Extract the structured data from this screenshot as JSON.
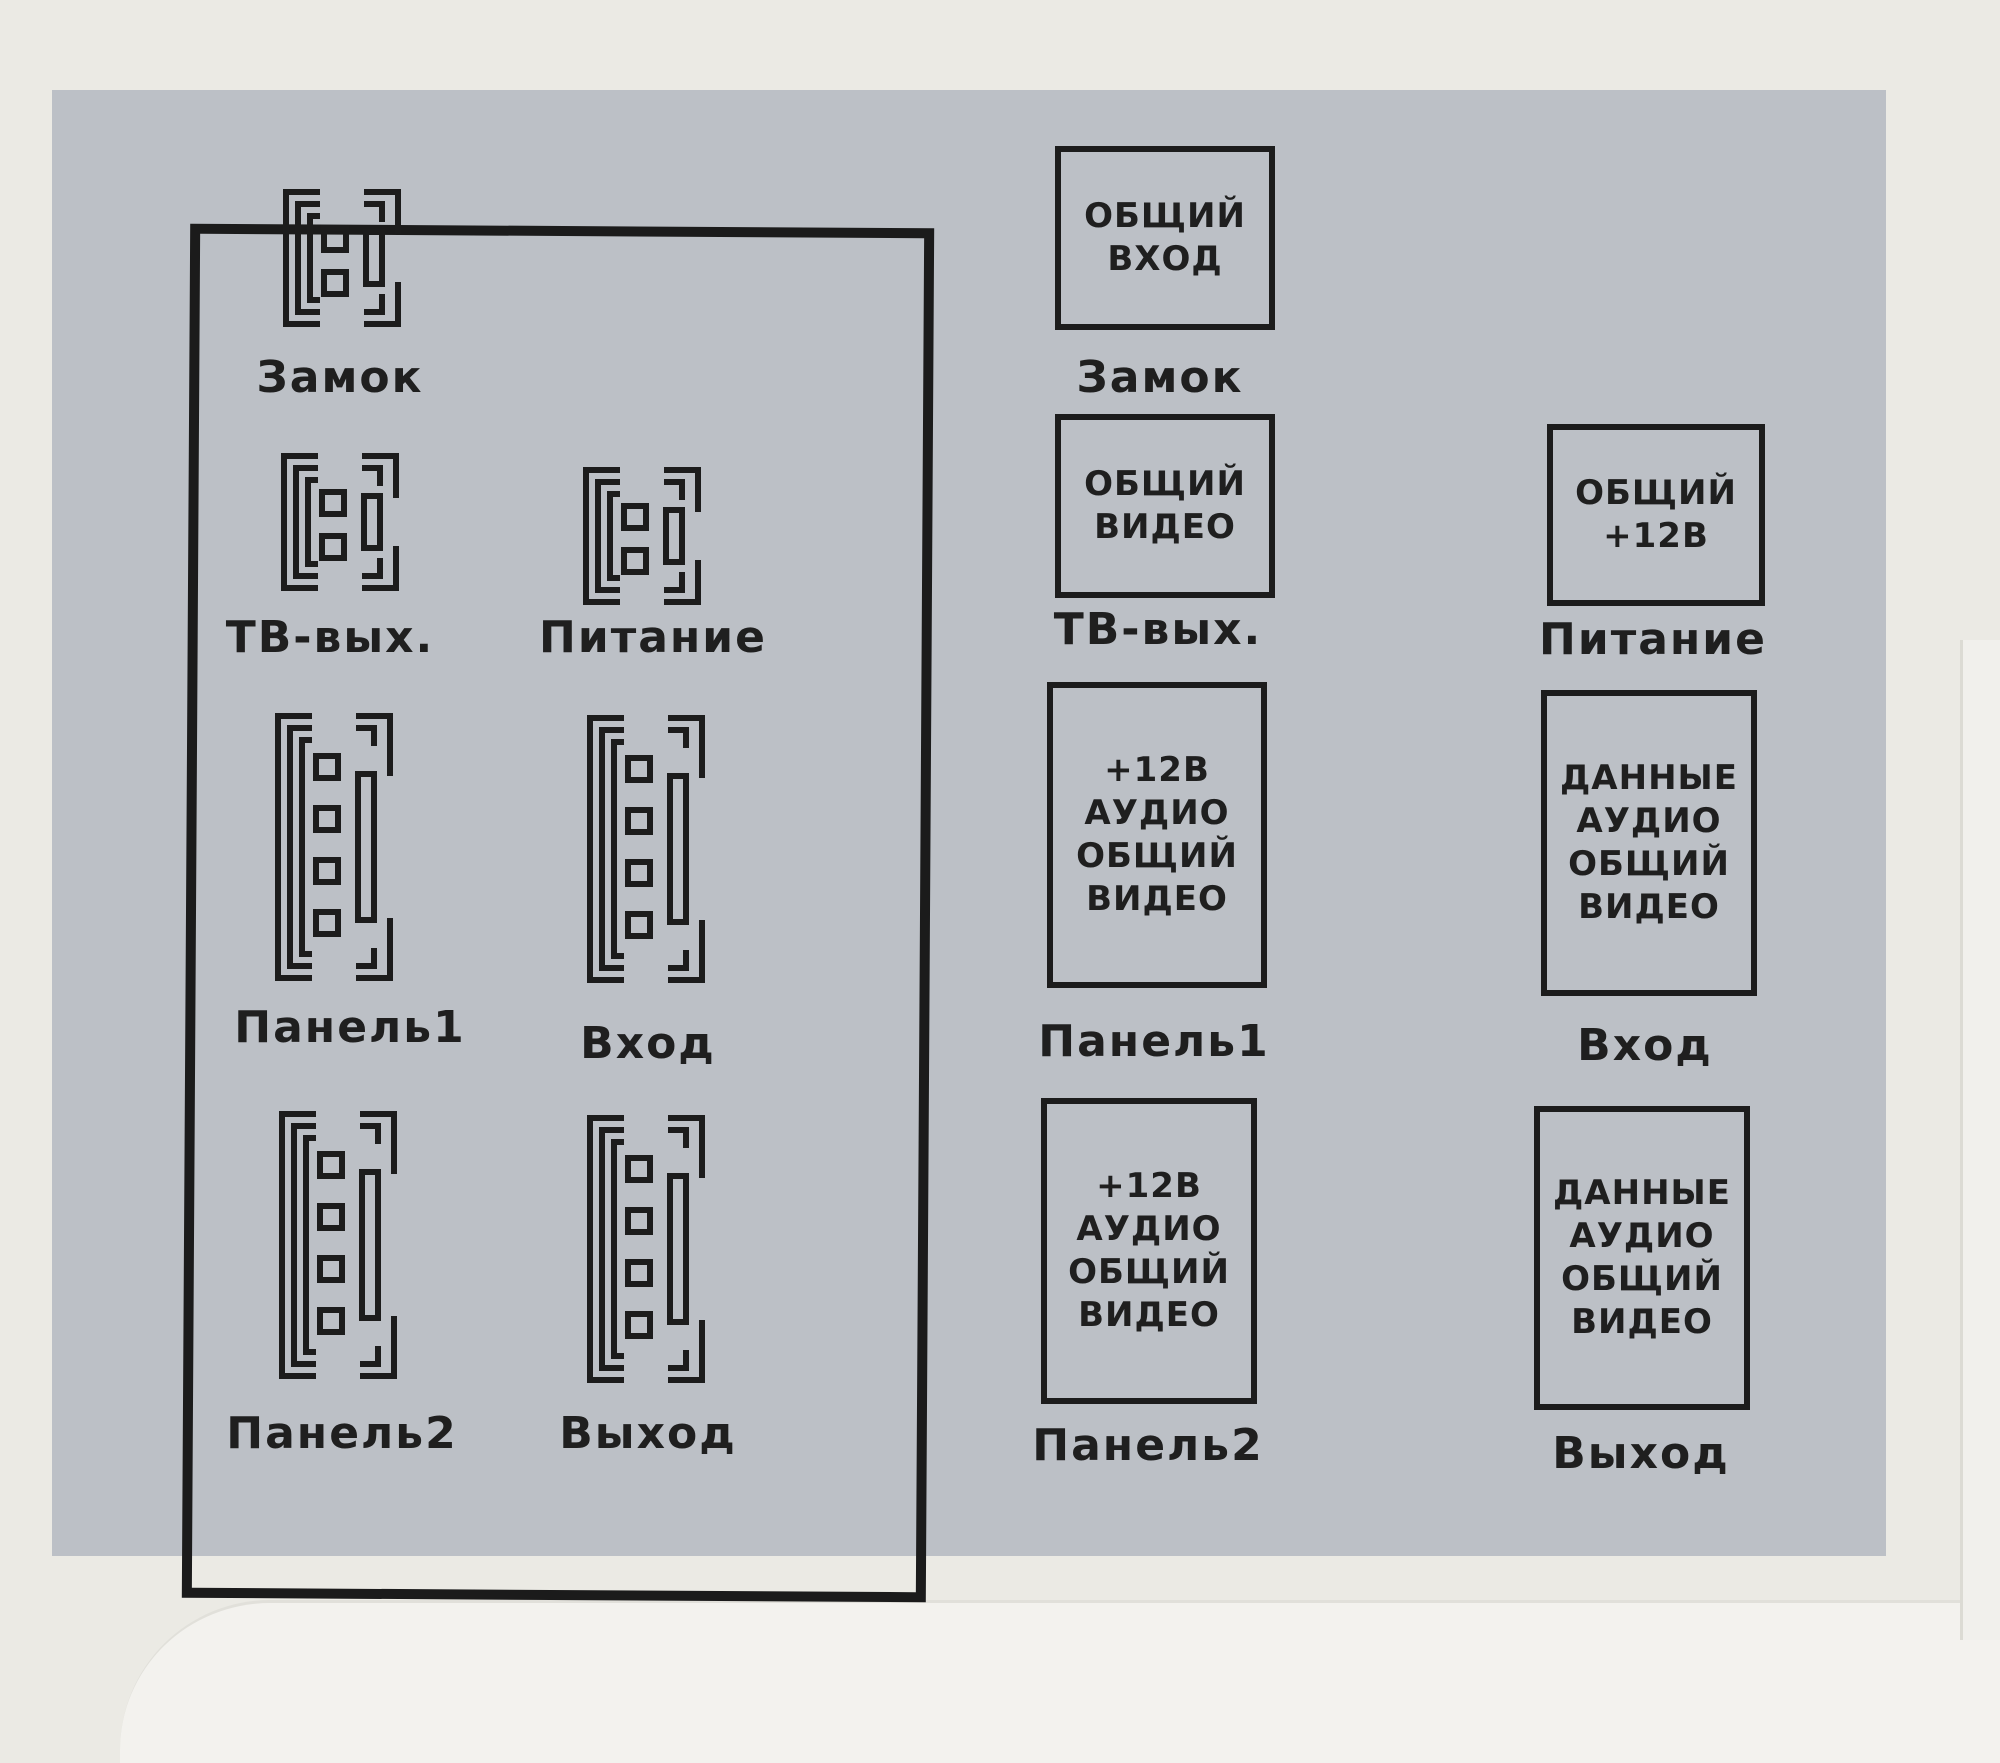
{
  "schematic": {
    "connectors": [
      {
        "label": "Замок",
        "pins": 2
      },
      {
        "label": "ТВ-вых.",
        "pins": 2
      },
      {
        "label": "Питание",
        "pins": 2
      },
      {
        "label": "Панель1",
        "pins": 4
      },
      {
        "label": "Вход",
        "pins": 4
      },
      {
        "label": "Панель2",
        "pins": 4
      },
      {
        "label": "Выход",
        "pins": 4
      }
    ]
  },
  "pinouts": [
    {
      "label": "Замок",
      "lines": [
        "ОБЩИЙ",
        "ВХОД"
      ]
    },
    {
      "label": "ТВ-вых.",
      "lines": [
        "ОБЩИЙ",
        "ВИДЕО"
      ]
    },
    {
      "label": "Питание",
      "lines": [
        "ОБЩИЙ",
        "+12В"
      ]
    },
    {
      "label": "Панель1",
      "lines": [
        "+12В",
        "АУДИО",
        "ОБЩИЙ",
        "ВИДЕО"
      ]
    },
    {
      "label": "Вход",
      "lines": [
        "ДАННЫЕ",
        "АУДИО",
        "ОБЩИЙ",
        "ВИДЕО"
      ]
    },
    {
      "label": "Панель2",
      "lines": [
        "+12В",
        "АУДИО",
        "ОБЩИЙ",
        "ВИДЕО"
      ]
    },
    {
      "label": "Выход",
      "lines": [
        "ДАННЫЕ",
        "АУДИО",
        "ОБЩИЙ",
        "ВИДЕО"
      ]
    }
  ]
}
